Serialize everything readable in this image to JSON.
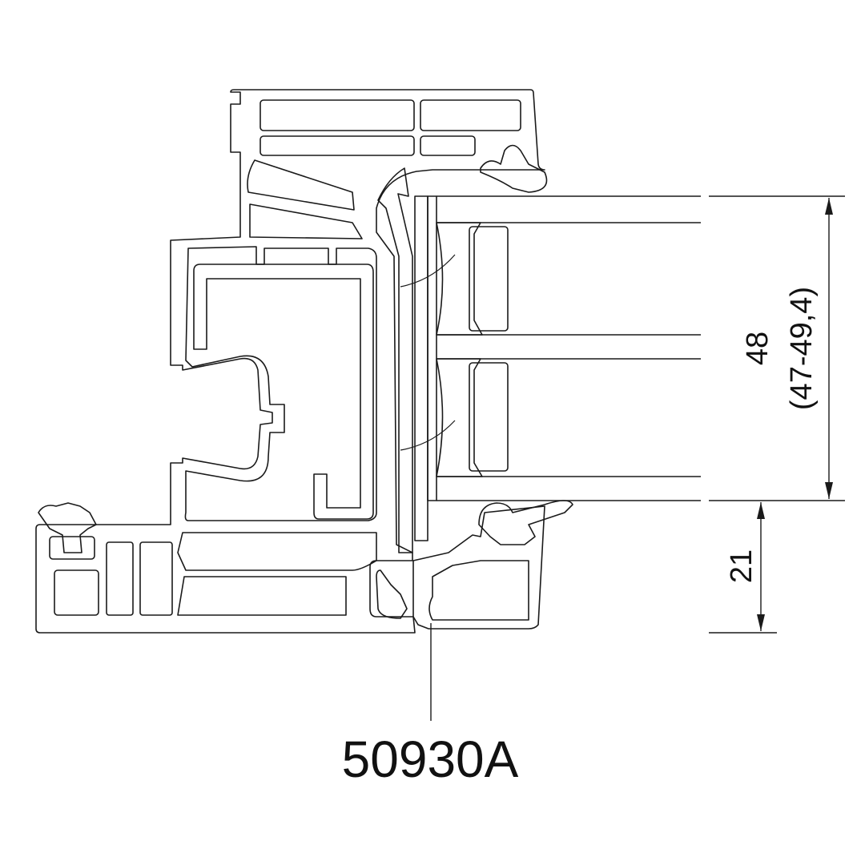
{
  "drawing": {
    "profile_code": "50930A",
    "glass_thickness_dim": "48",
    "glass_thickness_range": "(47-49,4)",
    "rebate_height_dim": "21"
  },
  "colors": {
    "line": "#1a1a1a",
    "background": "#ffffff"
  }
}
